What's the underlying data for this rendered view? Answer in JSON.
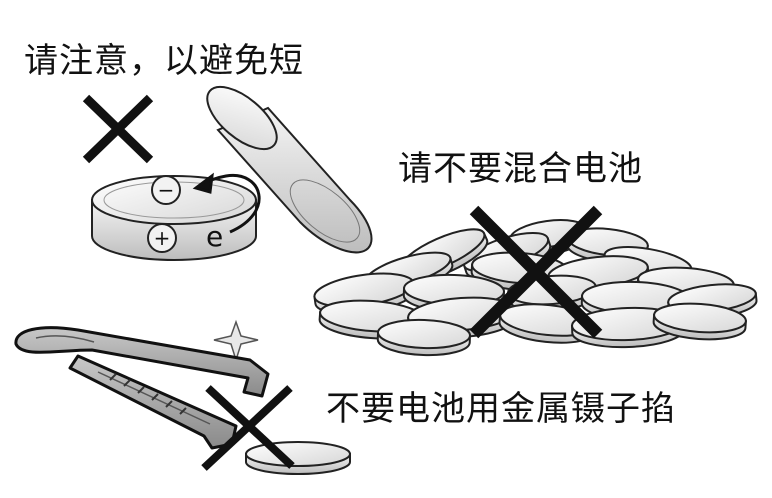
{
  "warnings": {
    "short_circuit": "请注意，以避免短",
    "do_not_mix": "请不要混合电池",
    "no_metal_tweezers": "不要电池用金属镊子掐"
  },
  "battery_marks": {
    "negative": "−",
    "positive": "+",
    "electron": "e"
  },
  "colors": {
    "ink": "#111111",
    "cross": "#111111",
    "coin_fill": "#ebebeb",
    "coin_shade": "#b9b9b9",
    "tweezers_fill": "#9a9a9a"
  },
  "icons": [
    "cross-icon",
    "sparkle-icon",
    "arrow-icon"
  ]
}
